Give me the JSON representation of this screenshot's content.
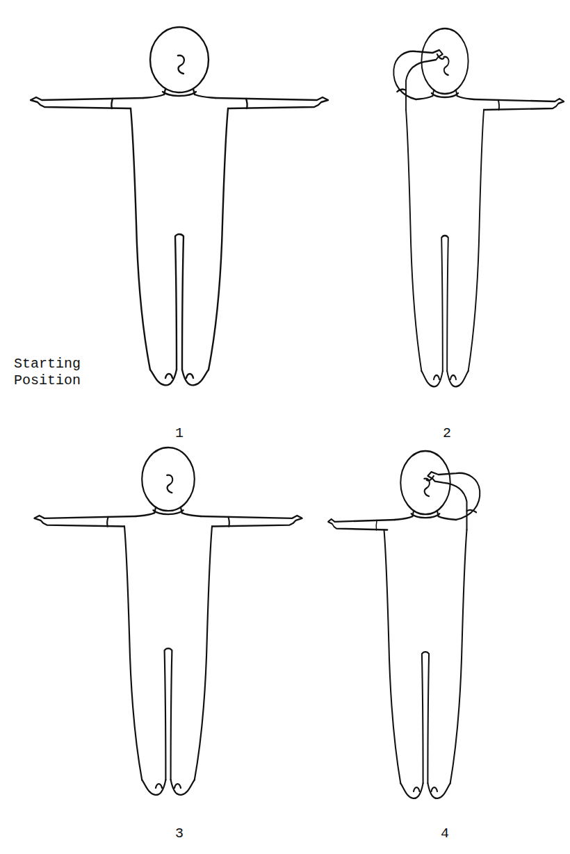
{
  "diagram": {
    "labels": [
      "Starting Position",
      "1",
      "2",
      "3",
      "4"
    ]
  }
}
